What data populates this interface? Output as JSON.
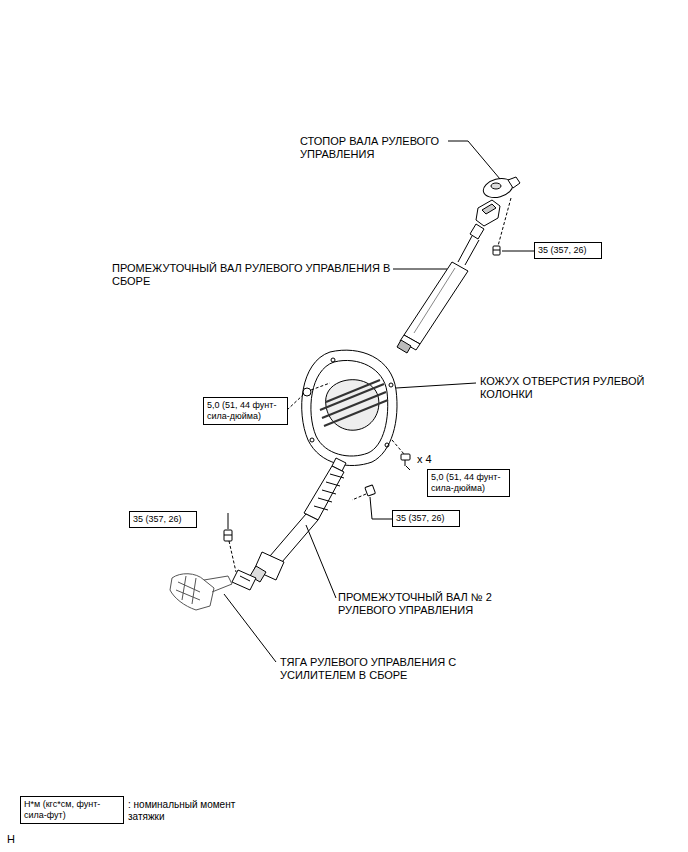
{
  "diagram": {
    "nodes": [
      {
        "text": [
          "35 (357, 26)"
        ]
      },
      {
        "text": [
          "5,0 (51, 44 фунт-сила-дюйма)"
        ]
      },
      {
        "text": [
          "5,0 (51, 44 фунт-сила-дюйма)"
        ]
      },
      {
        "text": [
          "35 (357, 26)"
        ]
      },
      {
        "text": [
          "35 (357, 26)"
        ]
      },
      {
        "text": [
          "Н*м (кгс*см, фунт-сила-фут)"
        ]
      }
    ],
    "labels": [
      "СТОПОР ВАЛА РУЛЕВОГО УПРАВЛЕНИЯ",
      "ПРОМЕЖУТОЧНЫЙ ВАЛ РУЛЕВОГО УПРАВЛЕНИЯ В СБОРЕ",
      "КОЖУХ ОТВЕРСТИЯ РУЛЕВОЙ КОЛОНКИ",
      "x 4",
      "ПРОМЕЖУТОЧНЫЙ ВАЛ № 2 РУЛЕВОГО УПРАВЛЕНИЯ",
      "ТЯГА РУЛЕВОГО УПРАВЛЕНИЯ С УСИЛИТЕЛЕМ В СБОРЕ",
      "H"
    ],
    "legend": [
      {
        "text": ": номинальный момент затяжки"
      }
    ]
  }
}
